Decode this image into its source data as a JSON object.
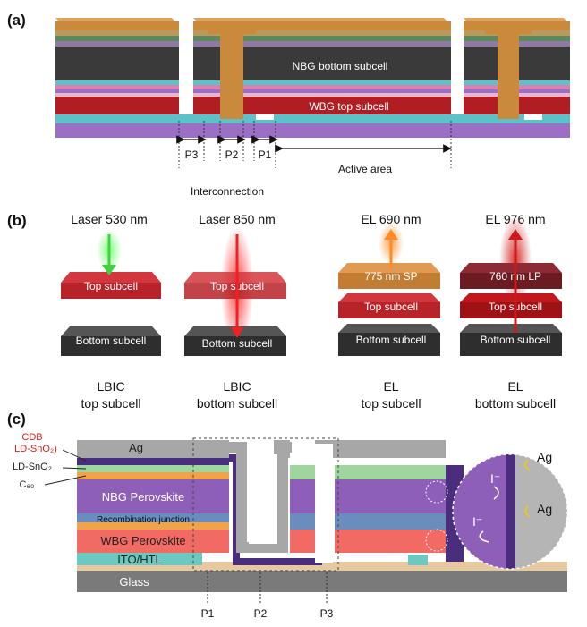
{
  "panel_a": {
    "label": "(a)",
    "nbg_label": "NBG bottom subcell",
    "wbg_label": "WBG top subcell",
    "p3": "P3",
    "p2": "P2",
    "p1": "P1",
    "active_area": "Active area",
    "interconnection": "Interconnection"
  },
  "panel_b": {
    "label": "(b)",
    "laser_530": "Laser 530 nm",
    "laser_850": "Laser 850 nm",
    "el_690": "EL 690 nm",
    "el_976": "EL 976 nm",
    "top_subcell": "Top subcell",
    "bottom_subcell": "Bottom subcell",
    "filter_sp": "775 nm SP",
    "filter_lp": "760 nm LP",
    "cap1_line1": "LBIC",
    "cap1_line2": "top subcell",
    "cap2_line1": "LBIC",
    "cap2_line2": "bottom subcell",
    "cap3_line1": "EL",
    "cap3_line2": "top subcell",
    "cap4_line1": "EL",
    "cap4_line2": "bottom subcell"
  },
  "panel_c": {
    "label": "(c)",
    "cdb_line1": "CDB",
    "cdb_line2": "LD-SnO₂)",
    "ld_sno2": "LD-SnO₂",
    "c60": "C₆₀",
    "ag": "Ag",
    "nbg": "NBG Perovskite",
    "recomb": "Recombination junction",
    "wbg": "WBG Perovskite",
    "ito_htl": "ITO/HTL",
    "glass": "Glass",
    "p1": "P1",
    "p2": "P2",
    "p3": "P3",
    "iodide": "I⁻",
    "ag_zoom": "Ag"
  },
  "colors": {
    "gold": "#c98a3c",
    "dark": "#3a3a3a",
    "wbg_red": "#b01e24",
    "glass_purple": "#9b6fc4",
    "ito_teal": "#5ec0c8",
    "nbg_purple": "#8e5fb8",
    "ag_gray": "#a7a7a7"
  }
}
